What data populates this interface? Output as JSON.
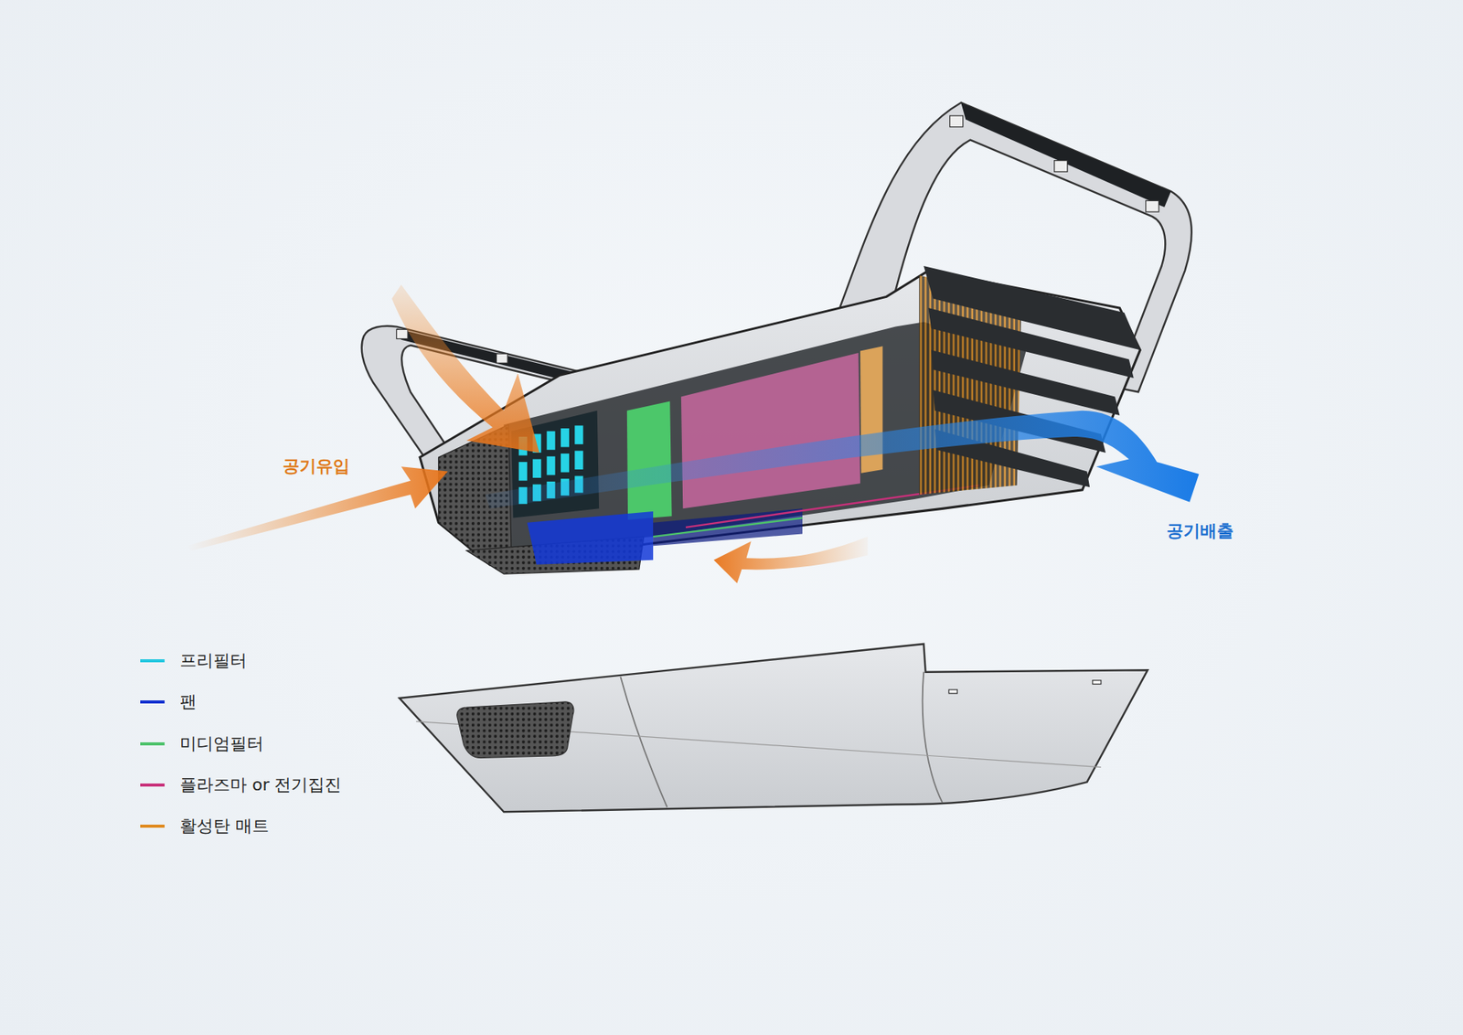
{
  "diagram": {
    "labels": [
      "공기유입",
      "공기배출"
    ],
    "legend": [
      {
        "text": "프리필터",
        "color": "#22c7e0"
      },
      {
        "text": "팬",
        "color": "#1030d0"
      },
      {
        "text": "미디엄필터",
        "color": "#4cc26a"
      },
      {
        "text": "플라즈마 or 전기집진",
        "color": "#c8307a"
      },
      {
        "text": "활성탄 매트",
        "color": "#e08a1e"
      }
    ]
  }
}
